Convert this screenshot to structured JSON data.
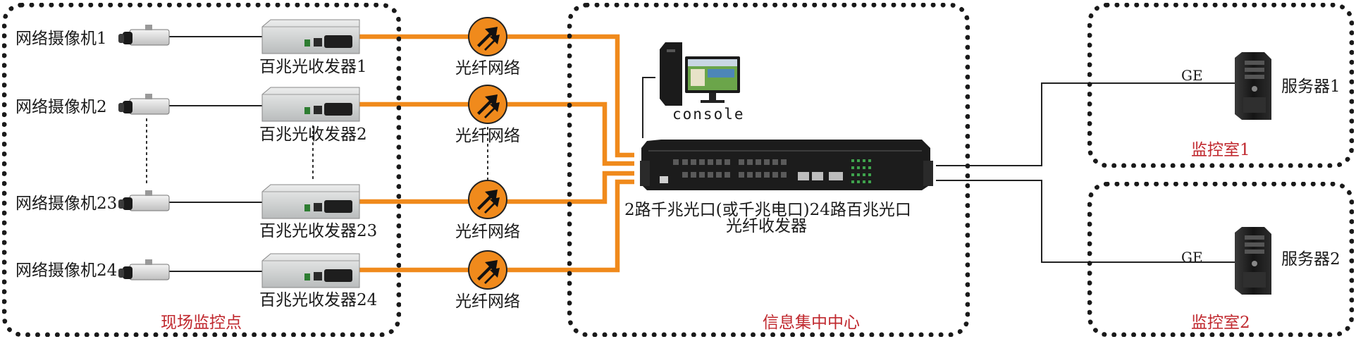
{
  "zones": {
    "site": "现场监控点",
    "center": "信息集中中心",
    "room1": "监控室1",
    "room2": "监控室2"
  },
  "cameras": [
    "网络摄像机1",
    "网络摄像机2",
    "网络摄像机23",
    "网络摄像机24"
  ],
  "transceivers": [
    "百兆光收发器1",
    "百兆光收发器2",
    "百兆光收发器23",
    "百兆光收发器24"
  ],
  "fiber_network": [
    "光纤网络",
    "光纤网络",
    "光纤网络",
    "光纤网络"
  ],
  "console": "console",
  "main_device": {
    "line1": "2路千兆光口(或千兆电口)24路百兆光口",
    "line2": "光纤收发器"
  },
  "servers": [
    "服务器1",
    "服务器2"
  ],
  "uplinks": [
    "GE",
    "GE"
  ],
  "colors": {
    "fiber": "#f08a1c",
    "zone_label": "#c0282e",
    "frame": "#1a1a1a"
  }
}
